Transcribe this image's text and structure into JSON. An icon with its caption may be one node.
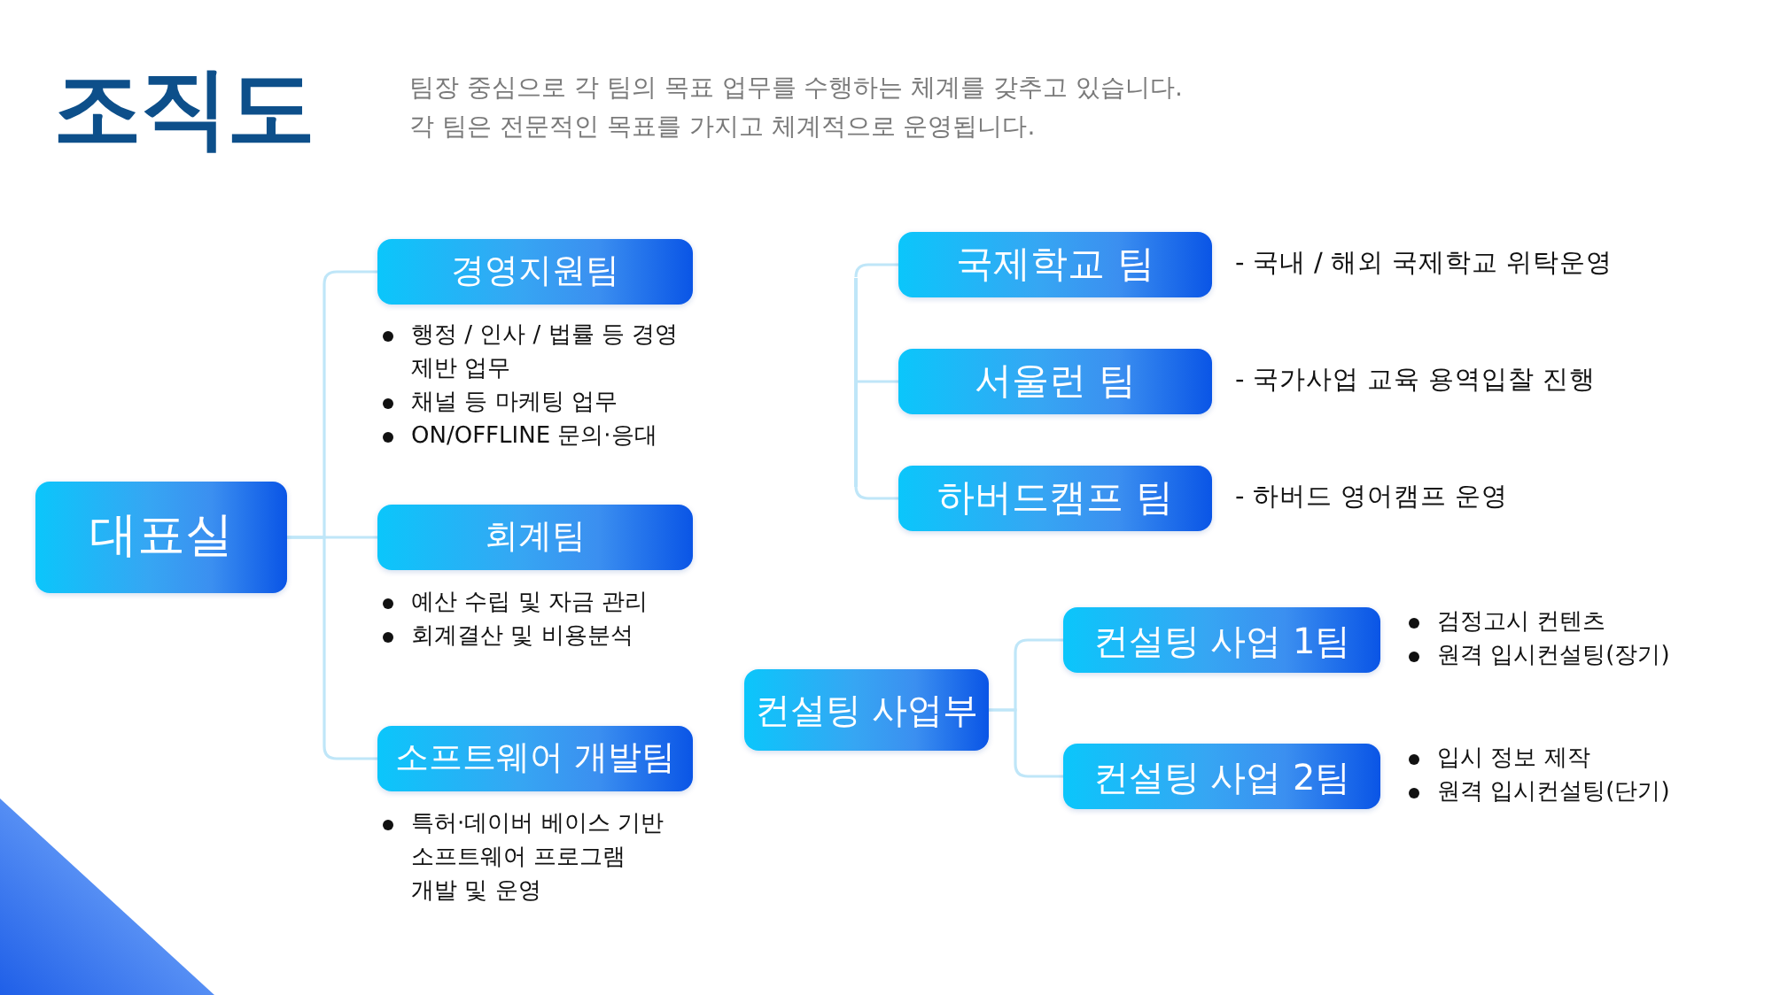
{
  "diagram": {
    "title": "조직도",
    "nodes": [
      {
        "text": [
          "대표실"
        ]
      },
      {
        "text": [
          "경영지원팀"
        ],
        "beside": [
          "행정 / 인사 / 법률 등 경영 제반 업무",
          "채널 등 마케팅 업무",
          "ON/OFFLINE 문의·응대"
        ]
      },
      {
        "text": [
          "회계팀"
        ],
        "beside": [
          "예산 수립 및 자금 관리",
          "회계결산 및 비용분석"
        ]
      },
      {
        "text": [
          "소프트웨어 개발팀"
        ],
        "beside": [
          "특허·데이버 베이스 기반 소프트웨어 프로그램 개발 및 운영"
        ]
      },
      {
        "text": [],
        "shape": "bar"
      },
      {
        "text": [
          "국제학교 팀"
        ],
        "beside": [
          "- 국내 / 해외 국제학교 위탁운영"
        ]
      },
      {
        "text": [
          "서울런 팀"
        ],
        "beside": [
          "- 국가사업 교육 용역입찰 진행"
        ]
      },
      {
        "text": [
          "하버드캠프 팀"
        ],
        "beside": [
          "- 하버드 영어캠프 운영"
        ]
      },
      {
        "text": [
          "컨설팅 사업부"
        ]
      },
      {
        "text": [
          "컨설팅 사업 1팀"
        ],
        "beside": [
          "검정고시 컨텐츠",
          "원격 입시컨설팅(장기)"
        ]
      },
      {
        "text": [
          "컨설팅 사업 2팀"
        ],
        "beside": [
          "입시 정보 제작",
          "원격 입시컨설팅(단기)"
        ]
      }
    ],
    "edges": [
      {
        "from": 0,
        "to": 1,
        "arrow": "none"
      },
      {
        "from": 0,
        "to": 2,
        "arrow": "none"
      },
      {
        "from": 0,
        "to": 3,
        "arrow": "none"
      },
      {
        "from": 4,
        "to": 5,
        "arrow": "none"
      },
      {
        "from": 4,
        "to": 6,
        "arrow": "none"
      },
      {
        "from": 4,
        "to": 7,
        "arrow": "none"
      },
      {
        "from": 8,
        "to": 9,
        "arrow": "none"
      },
      {
        "from": 8,
        "to": 10,
        "arrow": "none"
      }
    ],
    "labels": [
      "팀장 중심으로 각 팀의 목표 업무를 수행하는 체계를 갖추고 있습니다.",
      "각 팀은 전문적인 목표를 가지고 체계적으로 운영됩니다."
    ]
  }
}
